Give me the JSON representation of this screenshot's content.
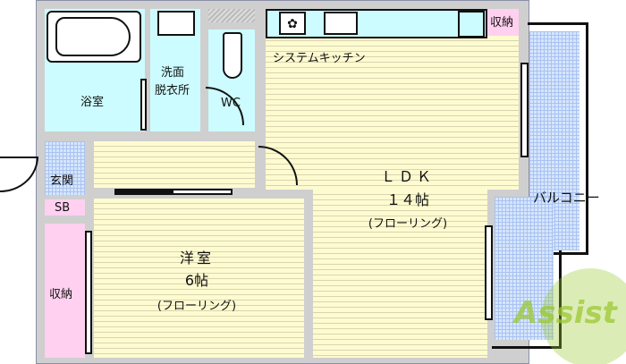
{
  "rooms": {
    "kitchen": "システムキッチン",
    "storage_top": "収納",
    "washroom_line1": "洗面",
    "washroom_line2": "脱衣所",
    "bath": "浴室",
    "wc": "WC",
    "entrance": "玄関",
    "shoe_box": "SB",
    "storage_left": "収納",
    "ldk_name": "ＬＤＫ",
    "ldk_size": "１４帖",
    "ldk_floor": "(フローリング)",
    "western_name": "洋室",
    "western_size": "6帖",
    "western_floor": "(フローリング)",
    "balcony": "バルコニー"
  },
  "logo": {
    "text": "Assist",
    "color": "#9cc832"
  }
}
